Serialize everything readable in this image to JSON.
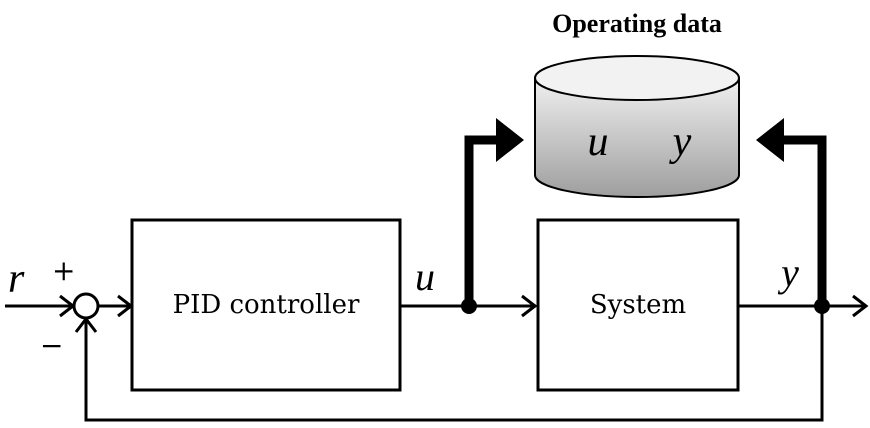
{
  "database": {
    "title": "Operating data",
    "var_u": "u",
    "var_y": "y"
  },
  "blocks": {
    "controller": "PID controller",
    "system": "System"
  },
  "signals": {
    "reference": "r",
    "control": "u",
    "output": "y"
  },
  "summing_junction": {
    "plus_sign": "+",
    "minus_sign": "−"
  },
  "colors": {
    "line": "#000000",
    "cylinder_top": "#f2f2f2",
    "cylinder_body_dark": "#a6a6a6",
    "cylinder_body_light": "#e8e8e8"
  }
}
